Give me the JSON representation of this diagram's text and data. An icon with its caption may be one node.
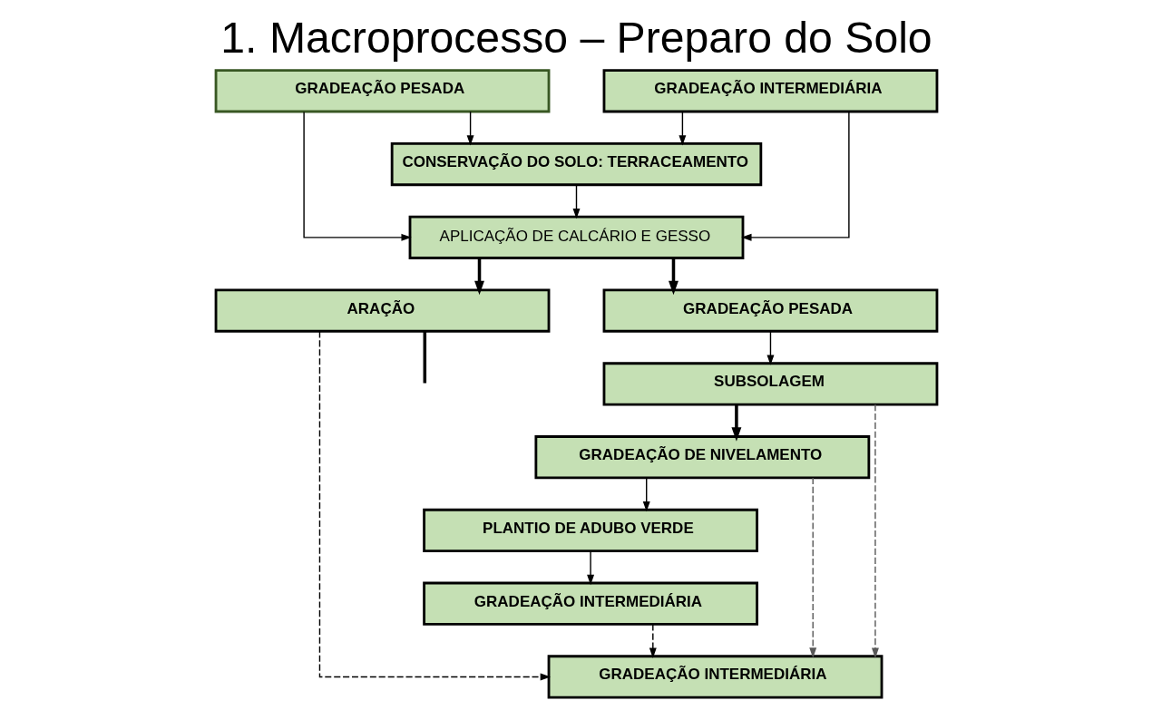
{
  "diagram": {
    "title": "1. Macroprocesso – Preparo do Solo",
    "nodes": [
      {
        "text": [
          "GRADEAÇÃO PESADA"
        ]
      },
      {
        "text": [
          "GRADEAÇÃO INTERMEDIÁRIA"
        ]
      },
      {
        "text": [
          "CONSERVAÇÃO DO SOLO: TERRACEAMENTO"
        ]
      },
      {
        "text": [
          "APLICAÇÃO DE CALCÁRIO E GESSO"
        ]
      },
      {
        "text": [
          "ARAÇÃO"
        ]
      },
      {
        "text": [
          "GRADEAÇÃO PESADA"
        ]
      },
      {
        "text": [
          "SUBSOLAGEM"
        ]
      },
      {
        "text": [
          "GRADEAÇÃO DE NIVELAMENTO"
        ]
      },
      {
        "text": [
          "PLANTIO DE ADUBO VERDE"
        ]
      },
      {
        "text": [
          "GRADEAÇÃO INTERMEDIÁRIA"
        ]
      },
      {
        "text": [
          "GRADEAÇÃO INTERMEDIÁRIA"
        ]
      }
    ],
    "edges": [
      {
        "from": 0,
        "to": 2,
        "arrow": "to"
      },
      {
        "from": 1,
        "to": 2,
        "arrow": "to"
      },
      {
        "from": 0,
        "to": 3,
        "arrow": "to"
      },
      {
        "from": 1,
        "to": 3,
        "arrow": "to"
      },
      {
        "from": 2,
        "to": 3,
        "arrow": "to"
      },
      {
        "from": 3,
        "to": 4,
        "arrow": "to",
        "style": "thick"
      },
      {
        "from": 3,
        "to": 5,
        "arrow": "to",
        "style": "thick"
      },
      {
        "from": 5,
        "to": 6,
        "arrow": "to"
      },
      {
        "from": 6,
        "to": 7,
        "arrow": "to",
        "style": "thick"
      },
      {
        "from": 7,
        "to": 8,
        "arrow": "to"
      },
      {
        "from": 8,
        "to": 9,
        "arrow": "to"
      },
      {
        "from": 9,
        "to": 10,
        "arrow": "to",
        "style": "dashed"
      },
      {
        "from": 4,
        "to": 10,
        "arrow": "to",
        "style": "dashed"
      },
      {
        "from": 7,
        "to": 10,
        "arrow": "to",
        "style": "dashed",
        "color": "#595959"
      },
      {
        "from": 6,
        "to": 10,
        "arrow": "to",
        "style": "dashed",
        "color": "#595959"
      },
      {
        "from": 4,
        "to": null,
        "arrow": "none",
        "style": "thick"
      }
    ]
  }
}
